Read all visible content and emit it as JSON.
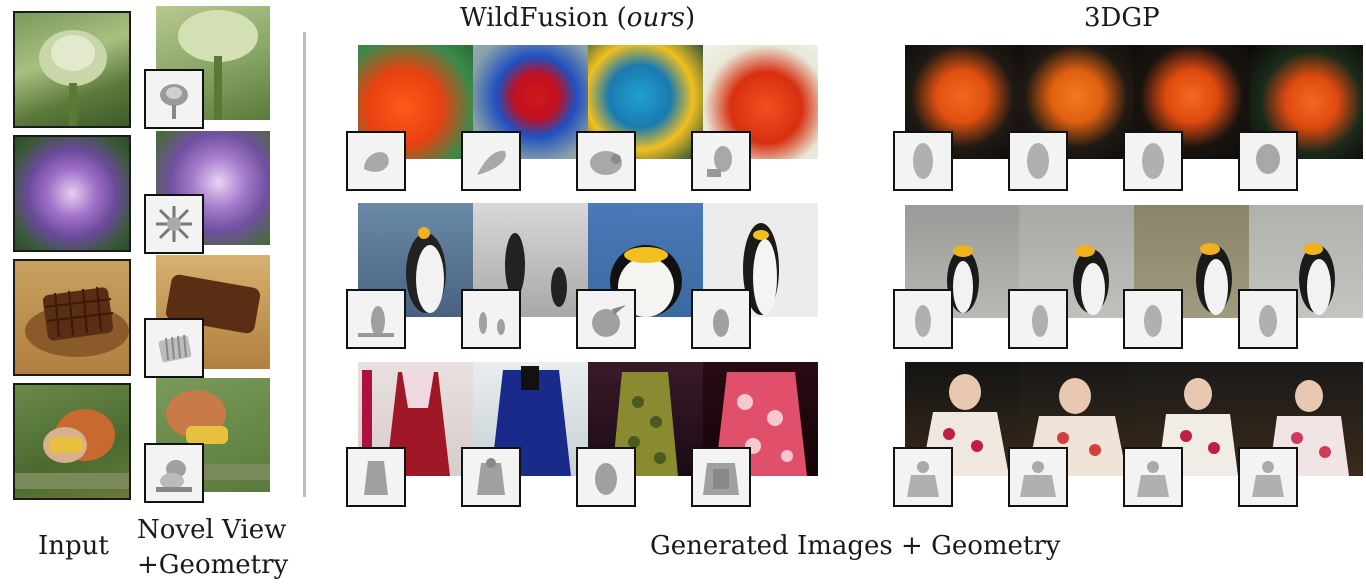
{
  "headers": {
    "wildfusion": "WildFusion (ours)",
    "wildfusion_main": "WildFusion (",
    "wildfusion_ours": "ours",
    "wildfusion_close": ")",
    "baseline": "3DGP"
  },
  "captions": {
    "input": "Input",
    "novel_line1": "Novel View",
    "novel_line2": "+Geometry",
    "generated": "Generated Images + Geometry"
  },
  "columns": {
    "input": [
      "artichoke",
      "purple flower",
      "waffle",
      "squirrel"
    ],
    "novel_view": [
      "artichoke",
      "purple flower",
      "waffle",
      "squirrel"
    ]
  },
  "rows": {
    "wildfusion": [
      "macaw",
      "penguin",
      "kimono"
    ],
    "3dgp": [
      "macaw",
      "penguin",
      "kimono"
    ]
  },
  "icons": {
    "geometry": "geometry-render-icon"
  }
}
